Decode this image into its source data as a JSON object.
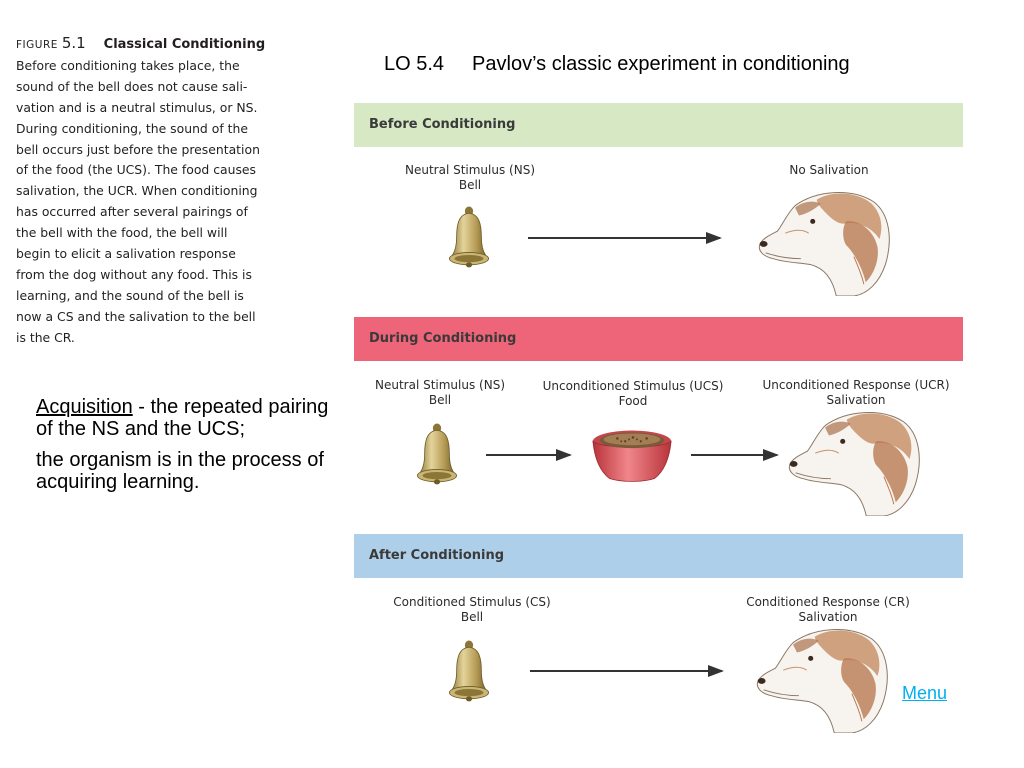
{
  "caption": {
    "figure_label": "FIGURE",
    "figure_number": "5.1",
    "figure_title": "Classical Conditioning",
    "lines": [
      "Before conditioning takes place, the",
      "sound of the bell does not cause sali-",
      "vation and is a neutral stimulus, or NS.",
      "During conditioning, the sound of the",
      "bell occurs just before the presentation",
      "of the food (the UCS). The food causes",
      "salivation, the UCR. When conditioning",
      "has occurred after several pairings of",
      "the bell with the food, the bell will",
      "begin to elicit a salivation response",
      "from the dog without any food. This is",
      "learning, and the sound of the bell is",
      "now a CS and the salivation to the bell",
      "is the CR."
    ]
  },
  "title": {
    "number": "LO 5.4",
    "text": "Pavlov’s classic experiment in conditioning"
  },
  "acquisition": {
    "term": "Acquisition",
    "line1": " - the repeated pairing of the NS and the UCS;",
    "line2": "the organism is in the process of acquiring learning."
  },
  "diagram": {
    "before": {
      "heading": "Before Conditioning",
      "color": "#d7e8c4",
      "stimulus": [
        "Neutral Stimulus (NS)",
        "Bell"
      ],
      "response": [
        "No Salivation"
      ]
    },
    "during": {
      "heading": "During Conditioning",
      "color": "#ee6478",
      "stimulus": [
        "Neutral Stimulus (NS)",
        "Bell"
      ],
      "ucs": [
        "Unconditioned Stimulus (UCS)",
        "Food"
      ],
      "response": [
        "Unconditioned Response (UCR)",
        "Salivation"
      ]
    },
    "after": {
      "heading": "After Conditioning",
      "color": "#aecfe9",
      "stimulus": [
        "Conditioned Stimulus (CS)",
        "Bell"
      ],
      "response": [
        "Conditioned Response (CR)",
        "Salivation"
      ]
    }
  },
  "menu_link": "Menu",
  "colors": {
    "link": "#00b0f0",
    "bell": "#b59a55",
    "bowl": "#d84a4f"
  }
}
